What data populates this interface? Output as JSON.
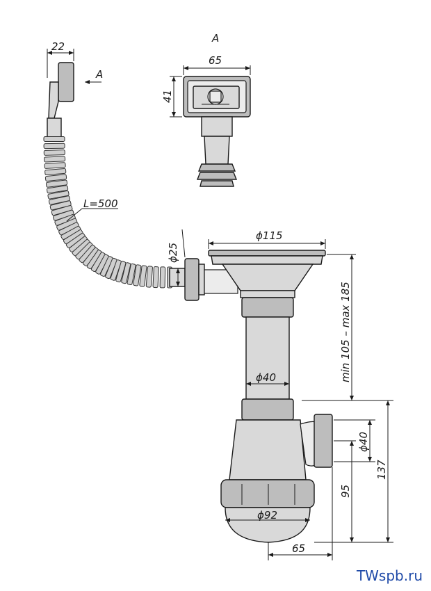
{
  "drawing": {
    "view_label": "A",
    "arrow_label": "A",
    "dims": {
      "hose_outlet_width": "22",
      "view_a_width": "65",
      "view_a_height": "41",
      "hose_length": "L=500",
      "overflow_diameter": "ϕ25",
      "bowl_diameter": "ϕ115",
      "height_range": "min 105 – max 185",
      "tube_diameter": "ϕ40",
      "outlet_diameter": "ϕ40",
      "trap_diameter": "ϕ92",
      "trap_height": "95",
      "total_height": "137",
      "outlet_offset": "65"
    }
  },
  "watermark": "TWspb.ru"
}
